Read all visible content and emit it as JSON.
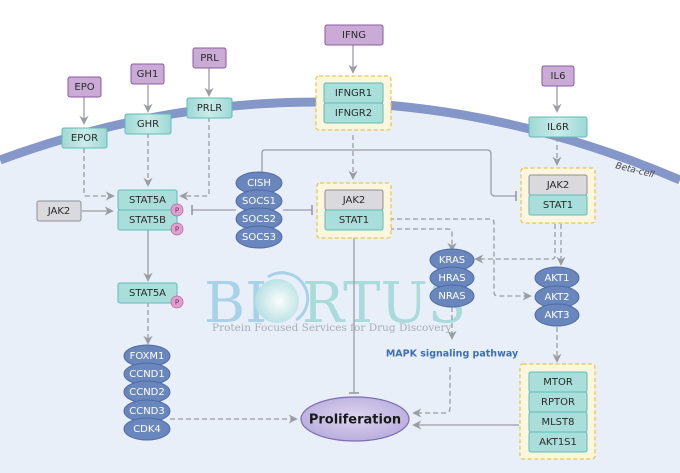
{
  "cell_label": "Beta-cell",
  "ligands": {
    "epo": "EPO",
    "gh1": "GH1",
    "prl": "PRL",
    "ifng": "IFNG",
    "il6": "IL6"
  },
  "receptors": {
    "epor": "EPOR",
    "ghr": "GHR",
    "prlr": "PRLR",
    "ifngr1": "IFNGR1",
    "ifngr2": "IFNGR2",
    "il6r": "IL6R"
  },
  "kinases": {
    "jak2_left": "JAK2",
    "jak2_center": "JAK2",
    "jak2_right": "JAK2"
  },
  "stats": {
    "stat5a": "STAT5A",
    "stat5b": "STAT5B",
    "stat5a_nuclear": "STAT5A",
    "stat1_center": "STAT1",
    "stat1_right": "STAT1"
  },
  "phospho_label": "P",
  "socs_stack": [
    "CISH",
    "SOCS1",
    "SOCS2",
    "SOCS3"
  ],
  "ras_stack": [
    "KRAS",
    "HRAS",
    "NRAS"
  ],
  "akt_stack": [
    "AKT1",
    "AKT2",
    "AKT3"
  ],
  "cyclin_stack": [
    "FOXM1",
    "CCND1",
    "CCND2",
    "CCND3",
    "CDK4"
  ],
  "mtor_complex": [
    "MTOR",
    "RPTOR",
    "MLST8",
    "AKT1S1"
  ],
  "mapk_label": "MAPK signaling pathway",
  "outcome": "Proliferation",
  "watermark": {
    "brand_part1": "BI",
    "brand_part2": "RTUS",
    "tagline": "Protein Focused Services for Drug Discovery"
  },
  "colors": {
    "ligand_fill": "#c9abd6",
    "ligand_stroke": "#8d5aa3",
    "receptor_fill": "#a9dedb",
    "receptor_stroke": "#5ebcb6",
    "kinase_fill": "#d9d9de",
    "kinase_stroke": "#8f8f98",
    "oval_fill": "#6a87bd",
    "oval_stroke": "#4d6aa4",
    "complex_fill": "#fbf6dd",
    "complex_stroke": "#e6c54b",
    "membrane": "#8597c9",
    "cytoplasm": "#e8eff8",
    "connector": "#9a9ca3",
    "phospho_fill": "#e0a0cd",
    "outcome_fill": "#c6bce2",
    "outcome_stroke": "#7d6db4"
  }
}
